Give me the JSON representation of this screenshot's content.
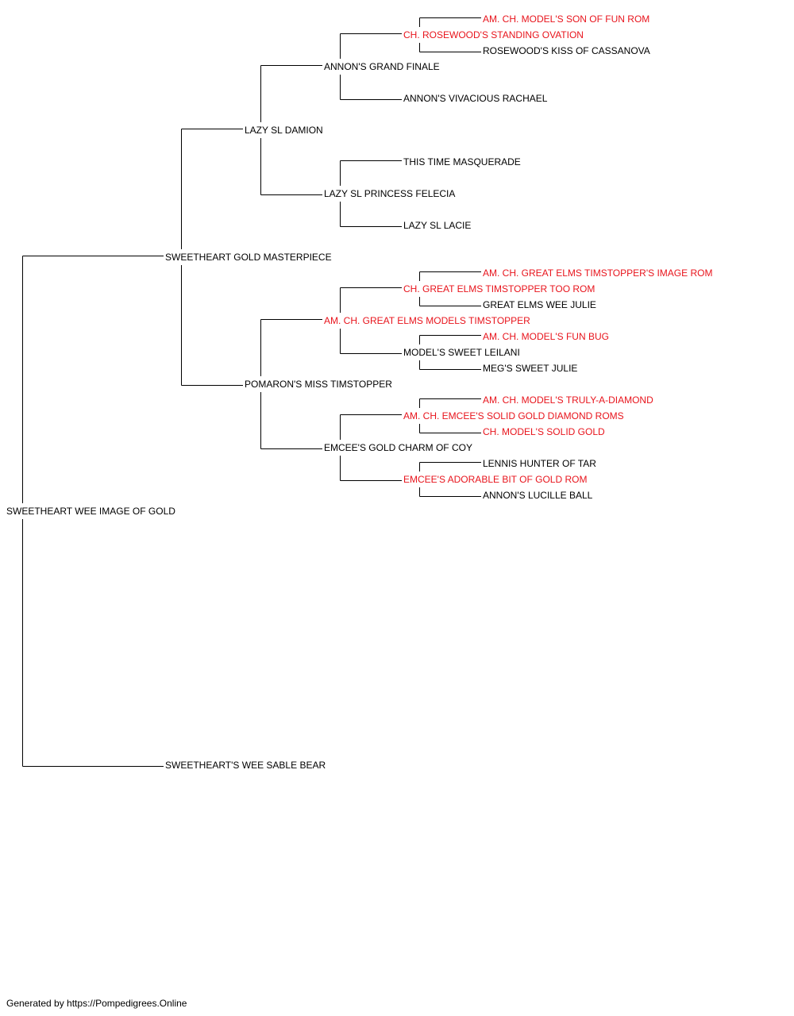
{
  "colors": {
    "champion": "#e8141c",
    "normal": "#000000",
    "line": "#000000"
  },
  "pedigree": {
    "subject": {
      "name": "SWEETHEART WEE IMAGE OF GOLD",
      "champion": false
    },
    "sire": {
      "name": "SWEETHEART GOLD MASTERPIECE",
      "champion": false
    },
    "dam": {
      "name": "SWEETHEART'S WEE SABLE BEAR",
      "champion": false
    },
    "sire_sire": {
      "name": "LAZY SL DAMION",
      "champion": false
    },
    "sire_dam": {
      "name": "POMARON'S MISS TIMSTOPPER",
      "champion": false
    },
    "sss": {
      "name": "ANNON'S GRAND FINALE",
      "champion": false
    },
    "ssd": {
      "name": "LAZY SL PRINCESS FELECIA",
      "champion": false
    },
    "sds": {
      "name": "AM. CH. GREAT ELMS MODELS TIMSTOPPER",
      "champion": true
    },
    "sdd": {
      "name": "EMCEE'S GOLD CHARM OF COY",
      "champion": false
    },
    "ssss": {
      "name": "CH. ROSEWOOD'S STANDING OVATION",
      "champion": true
    },
    "sssd": {
      "name": "ANNON'S VIVACIOUS RACHAEL",
      "champion": false
    },
    "ssds": {
      "name": "THIS TIME MASQUERADE",
      "champion": false
    },
    "ssdd": {
      "name": "LAZY SL LACIE",
      "champion": false
    },
    "sdss": {
      "name": "CH. GREAT ELMS TIMSTOPPER TOO ROM",
      "champion": true
    },
    "sdsd": {
      "name": "MODEL'S SWEET LEILANI",
      "champion": false
    },
    "sdds": {
      "name": "AM. CH. EMCEE'S SOLID GOLD DIAMOND ROMS",
      "champion": true
    },
    "sddd": {
      "name": "EMCEE'S ADORABLE BIT OF GOLD ROM",
      "champion": true
    },
    "sssss": {
      "name": "AM. CH. MODEL'S SON OF FUN ROM",
      "champion": true
    },
    "ssssd": {
      "name": "ROSEWOOD'S KISS OF CASSANOVA",
      "champion": false
    },
    "sdsss": {
      "name": "AM. CH. GREAT ELMS TIMSTOPPER'S IMAGE ROM",
      "champion": true
    },
    "sdssd": {
      "name": "GREAT ELMS WEE JULIE",
      "champion": false
    },
    "sdsds": {
      "name": "AM. CH. MODEL'S FUN BUG",
      "champion": true
    },
    "sdsdd": {
      "name": "MEG'S SWEET JULIE",
      "champion": false
    },
    "sddss": {
      "name": "AM. CH. MODEL'S TRULY-A-DIAMOND",
      "champion": true
    },
    "sddsd": {
      "name": "CH. MODEL'S SOLID GOLD",
      "champion": true
    },
    "sddds": {
      "name": "LENNIS HUNTER OF TAR",
      "champion": false
    },
    "sdddd": {
      "name": "ANNON'S LUCILLE BALL",
      "champion": false
    }
  },
  "footer": {
    "text": "Generated by https://Pompedigrees.Online"
  }
}
